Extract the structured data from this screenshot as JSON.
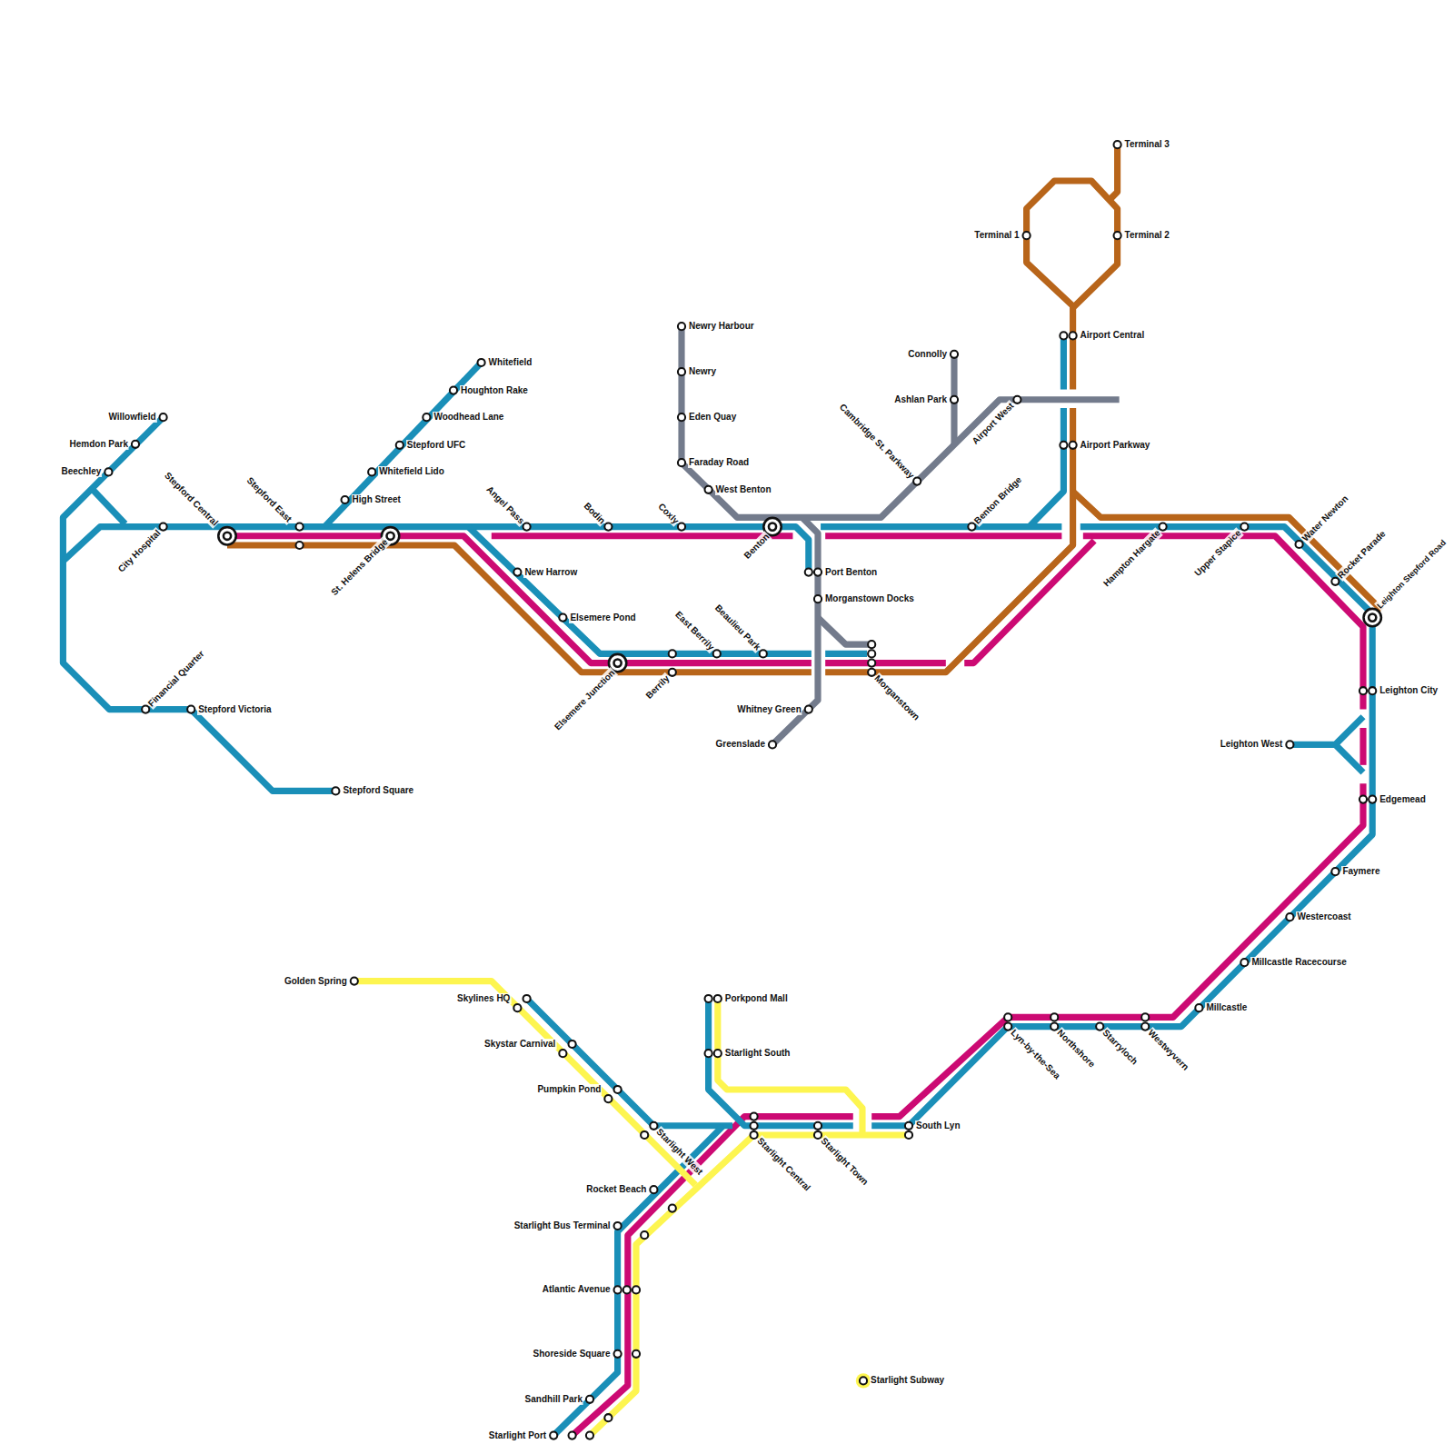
{
  "diagram": {
    "labels": [
      "Willowfield",
      "Hemdon Park",
      "Beechley",
      "Stepford Central",
      "City Hospital",
      "Stepford East",
      "St. Helens Bridge",
      "High Street",
      "Whitefield Lido",
      "Stepford UFC",
      "Woodhead Lane",
      "Houghton Rake",
      "Whitefield",
      "Angel Pass",
      "Bodin",
      "Coxly",
      "Newry Harbour",
      "Newry",
      "Eden Quay",
      "Faraday Road",
      "West Benton",
      "Benton",
      "New Harrow",
      "Elsemere Pond",
      "Elsemere Junction",
      "East Berrily",
      "Berrily",
      "Beaulieu Park",
      "Port Benton",
      "Morganstown Docks",
      "Morganstown",
      "Whitney Green",
      "Greenslade",
      "Connolly",
      "Ashlan Park",
      "Cambridge St. Parkway",
      "Airport West",
      "Benton Bridge",
      "Terminal 1",
      "Terminal 3",
      "Terminal 2",
      "Airport Central",
      "Airport Parkway",
      "Hampton Hargate",
      "Upper Stapice",
      "Water Newton",
      "Rocket Parade",
      "Leighton Stepford Road",
      "Leighton City",
      "Leighton West",
      "Edgemead",
      "Faymere",
      "Westercoast",
      "Millcastle Racecourse",
      "Millcastle",
      "Westwyvern",
      "Starryloch",
      "Northshore",
      "Lyn-by-the-Sea",
      "South Lyn",
      "Financial Quarter",
      "Stepford Victoria",
      "Stepford Square",
      "Golden Spring",
      "Skylines HQ",
      "Skystar Carnival",
      "Pumpkin Pond",
      "Starlight West",
      "Porkpond Mall",
      "Starlight South",
      "Starlight Central",
      "Starlight Town",
      "Rocket Beach",
      "Starlight Bus Terminal",
      "Atlantic Avenue",
      "Shoreside Square",
      "Sandhill Park",
      "Starlight Port",
      "Starlight Subway"
    ]
  }
}
